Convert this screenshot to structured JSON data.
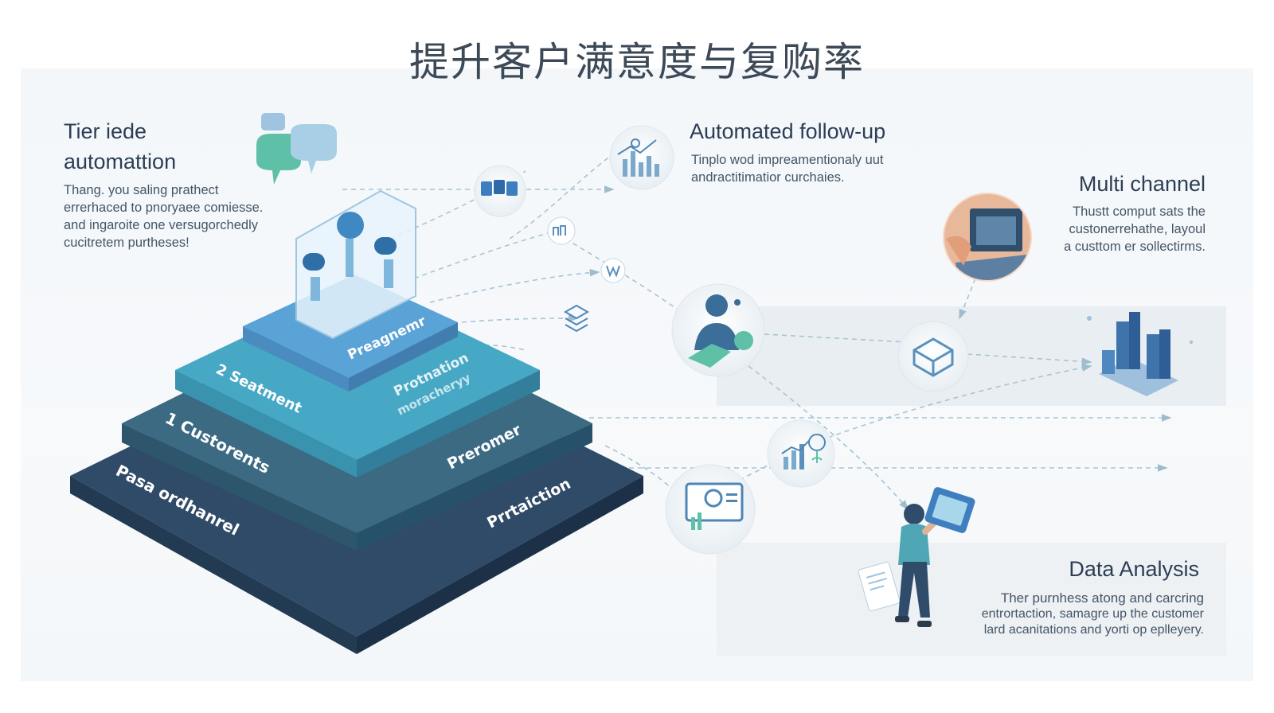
{
  "title": "提升客户满意度与复购率",
  "sections": {
    "tier": {
      "heading_line1": "Tier iede",
      "heading_line2": "automattion",
      "body": [
        "Thang. you saling prathect",
        "errerhaced to pnoryaee comiesse.",
        "and ingaroite one versugorchedly",
        "cucitretem purtheses!"
      ]
    },
    "followup": {
      "heading": "Automated follow-up",
      "body": [
        "Tinplo wod impreamentionaly uut",
        "andractitimatior curchaies."
      ]
    },
    "multichannel": {
      "heading": "Multi channel",
      "body": [
        "Thustt comput sats the",
        "custonerrehathe, layoul",
        "a custtom er sollectirms."
      ]
    },
    "data": {
      "heading": "Data Analysis",
      "body": [
        "Ther purnhess atong and carcring",
        "entrortaction, samagre up the customer",
        "lard acanitations and yorti op eplleyery."
      ]
    }
  },
  "pyramid": {
    "top_label": "Preagnemr",
    "layer2_left": "2 Seatment",
    "layer2_right": "Protnation",
    "layer2_right_2": "moracheryy",
    "layer3_left": "1 Custorents",
    "layer3_right": "Preromer",
    "layer4_left": "Pasa ordhanrel",
    "layer4_right": "Prrtaiction"
  },
  "icons": [
    "chat-bubbles-icon",
    "analytics-chart-icon",
    "cards-icon",
    "workflow-icon",
    "w-node-icon",
    "stack-icon",
    "person-support-icon",
    "hands-laptop-icon",
    "box-icon",
    "city-blocks-icon",
    "growth-chart-icon",
    "monitor-report-icon",
    "analyst-person-icon"
  ],
  "colors": {
    "layer1": "#2f4b67",
    "layer2": "#3b6a82",
    "layer3": "#46a8c5",
    "layer4": "#5aa3d6",
    "heading": "#2c3e55",
    "dashed": "#a8c4d4"
  }
}
